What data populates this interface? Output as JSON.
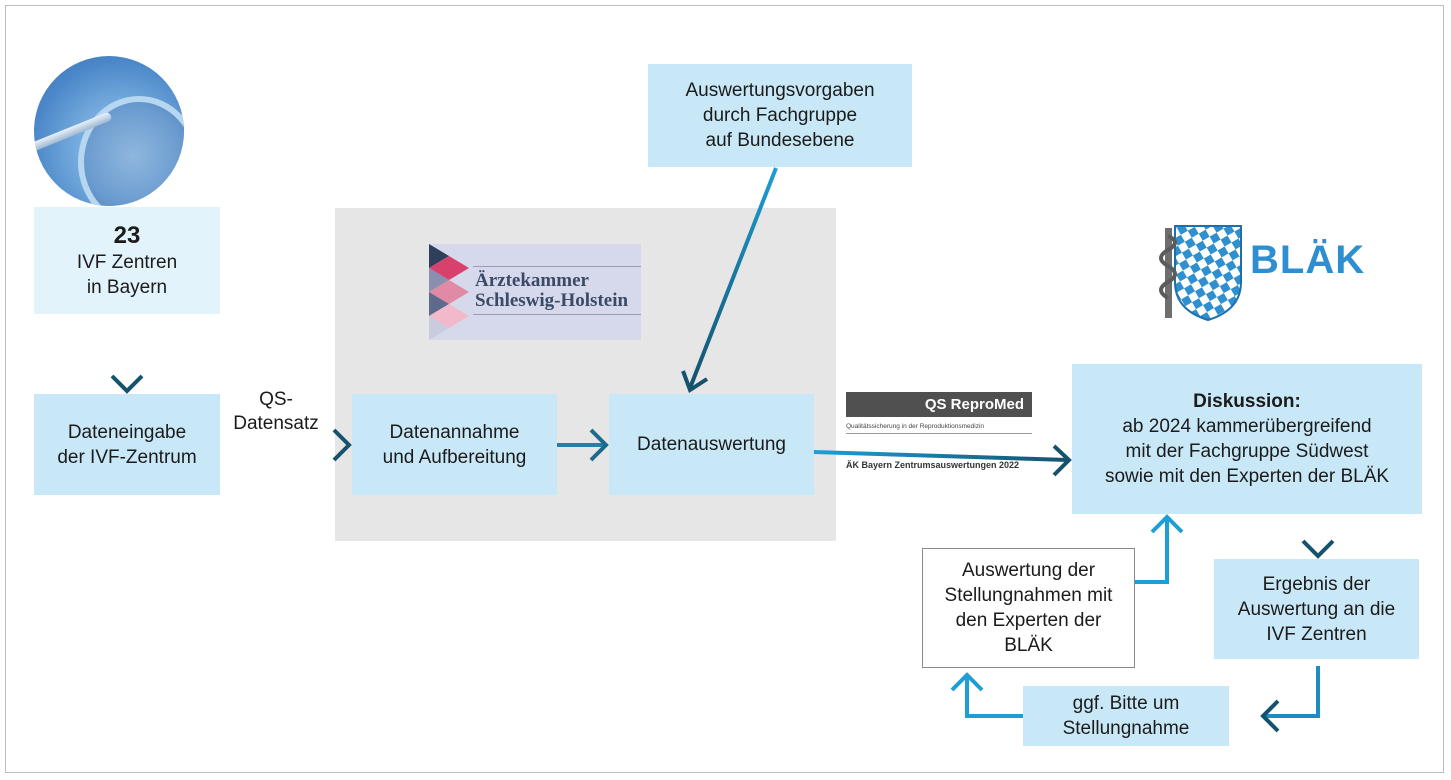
{
  "diagram": {
    "centers": {
      "count": "23",
      "line1": "IVF Zentren",
      "line2": "in Bayern"
    },
    "input": {
      "line1": "Dateneingabe",
      "line2": "der IVF-Zentrum"
    },
    "dataset_label": {
      "line1": "QS-",
      "line2": "Datensatz"
    },
    "intake": {
      "line1": "Datenannahme",
      "line2": "und Aufbereitung"
    },
    "evaluation": {
      "text": "Datenauswertung"
    },
    "specs": {
      "line1": "Auswertungsvorgaben",
      "line2": "durch Fachgruppe",
      "line3": "auf Bundesebene"
    },
    "aeksh_logo": {
      "line1": "Ärztekammer",
      "line2": "Schleswig-Holstein"
    },
    "qs_logo": {
      "title": "QS ReproMed",
      "subtitle": "Qualitätssicherung in der Reproduktionsmedizin",
      "caption": "ÄK Bayern Zentrumsauswertungen 2022"
    },
    "blaek_logo": {
      "text": "BLÄK"
    },
    "discussion": {
      "title": "Diskussion:",
      "line1": "ab 2024 kammerübergreifend",
      "line2": "mit der Fachgruppe Südwest",
      "line3": "sowie mit den Experten der BLÄK"
    },
    "result": {
      "line1": "Ergebnis der",
      "line2": "Auswertung an die",
      "line3": "IVF Zentren"
    },
    "request": {
      "line1": "ggf. Bitte um",
      "line2": "Stellungnahme"
    },
    "review": {
      "line1": "Auswertung der",
      "line2": "Stellungnahmen mit",
      "line3": "den Experten der",
      "line4": "BLÄK"
    }
  },
  "colors": {
    "box_fill": "#c9e8f7",
    "box_light": "#e3f3fb",
    "arrow_dark": "#14526e",
    "arrow_light": "#1d9fd6",
    "panel": "#e6e6e6"
  }
}
